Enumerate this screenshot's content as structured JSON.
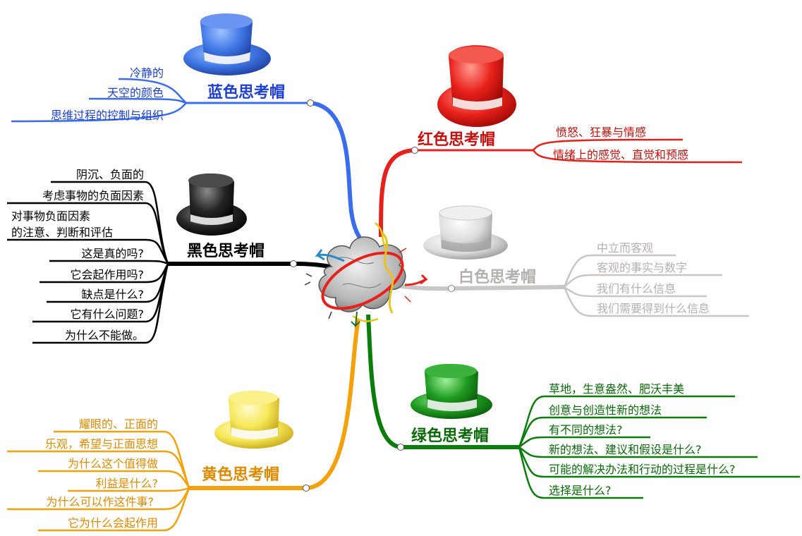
{
  "colors": {
    "blue": "#3a6cf0",
    "blue_text": "#1d3fd6",
    "red": "#e8201a",
    "red_text": "#c8100c",
    "black": "#000000",
    "white_branch": "#c9c6c6",
    "white_text": "#b3b0b0",
    "green": "#0a7d0a",
    "green_text": "#0a6a0a",
    "yellow": "#f5a10c",
    "yellow_text": "#e08a00"
  },
  "hats": {
    "blue": {
      "title": "蓝色思考帽",
      "hat_icon": "blue-top-hat-icon",
      "items": [
        "冷静的",
        "天空的颜色",
        "思维过程的控制与组织"
      ]
    },
    "red": {
      "title": "红色思考帽",
      "hat_icon": "red-top-hat-icon",
      "items": [
        "愤怒、狂暴与情感",
        "情绪上的感觉、直觉和预感"
      ]
    },
    "black": {
      "title": "黑色思考帽",
      "hat_icon": "black-top-hat-icon",
      "items": [
        "阴沉、负面的",
        "考虑事物的负面因素",
        "对事物负面因素",
        "的注意、判断和评估",
        "这是真的吗?",
        "它会起作用吗?",
        "缺点是什么?",
        "它有什么问题?",
        "为什么不能做。"
      ]
    },
    "white": {
      "title": "白色思考帽",
      "hat_icon": "white-top-hat-icon",
      "items": [
        "中立而客观",
        "客观的事实与数字",
        "我们有什么信息",
        "我们需要得到什么信息"
      ]
    },
    "green": {
      "title": "绿色思考帽",
      "hat_icon": "green-top-hat-icon",
      "items": [
        "草地，生意盎然、肥沃丰美",
        "创意与创造性新的想法",
        "有不同的想法?",
        "新的想法、建议和假设是什么?",
        "可能的解决办法和行动的过程是什么?",
        "选择是什么?"
      ]
    },
    "yellow": {
      "title": "黄色思考帽",
      "hat_icon": "yellow-top-hat-icon",
      "items": [
        "耀眼的、正面的",
        "乐观，希望与正面思想",
        "为什么这个值得做",
        "利益是什么?",
        "为什么可以作这件事?",
        "它为什么会起作用"
      ]
    }
  },
  "center_icon": "brainstorm-cloud-icon"
}
